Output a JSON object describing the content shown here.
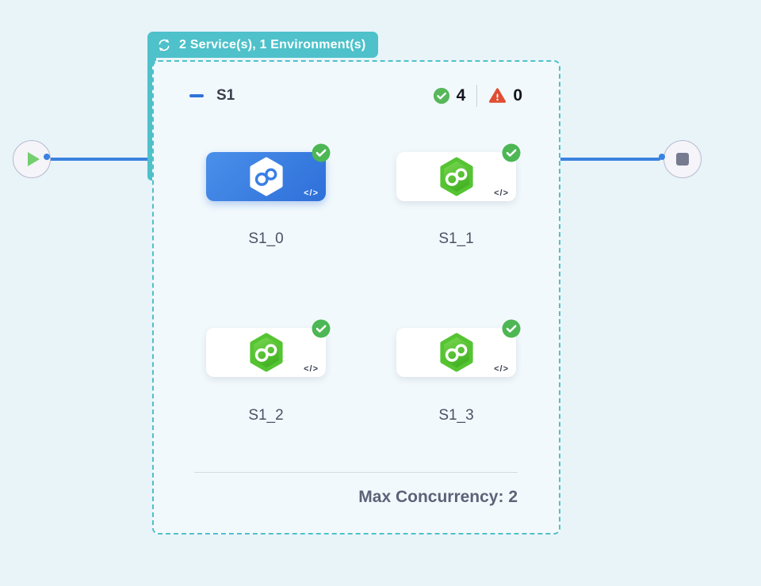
{
  "pipeline": {
    "badge": {
      "label": "2 Service(s), 1 Environment(s)",
      "icon": "loop-icon"
    },
    "stage": {
      "title": "S1",
      "status": {
        "success_count": "4",
        "error_count": "0",
        "success_icon": "check-circle-icon",
        "error_icon": "warning-triangle-icon"
      },
      "services": [
        {
          "label": "S1_0",
          "selected": true,
          "status": "success"
        },
        {
          "label": "S1_1",
          "selected": false,
          "status": "success"
        },
        {
          "label": "S1_2",
          "selected": false,
          "status": "success"
        },
        {
          "label": "S1_3",
          "selected": false,
          "status": "success"
        }
      ],
      "code_glyph": "</>",
      "footer": "Max Concurrency: 2"
    },
    "nodes": {
      "start_icon": "play-icon",
      "end_icon": "stop-icon"
    },
    "colors": {
      "accent_teal": "#4ec1ca",
      "connector_blue": "#3b82e0",
      "selected_card_blue": "#3b7fe4",
      "success_green": "#57b85a",
      "error_red": "#df4e32",
      "canvas_bg": "#e9f4f9"
    }
  }
}
